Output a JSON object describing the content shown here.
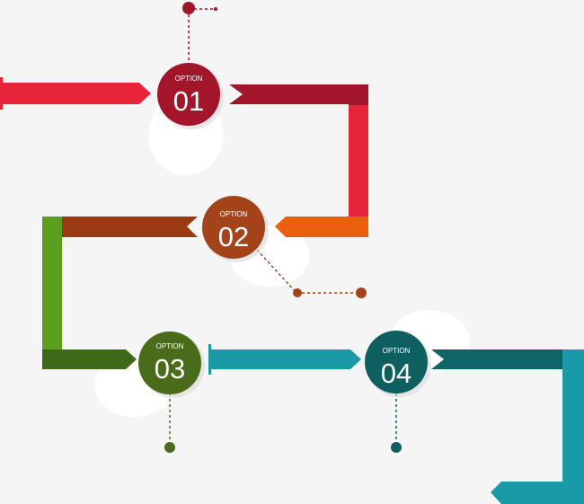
{
  "options": [
    {
      "label": "OPTION",
      "number": "01",
      "color": "#a3162a"
    },
    {
      "label": "OPTION",
      "number": "02",
      "color": "#a4431a"
    },
    {
      "label": "OPTION",
      "number": "03",
      "color": "#4a6b1a"
    },
    {
      "label": "OPTION",
      "number": "04",
      "color": "#0e6060"
    }
  ],
  "palette": {
    "red": "#e8243a",
    "dark_red": "#a3162a",
    "orange": "#e9600e",
    "brown": "#9a3a14",
    "green": "#5aa01e",
    "dark_green": "#3e6a18",
    "teal": "#1a9aa6",
    "dark_teal": "#0e6466"
  }
}
